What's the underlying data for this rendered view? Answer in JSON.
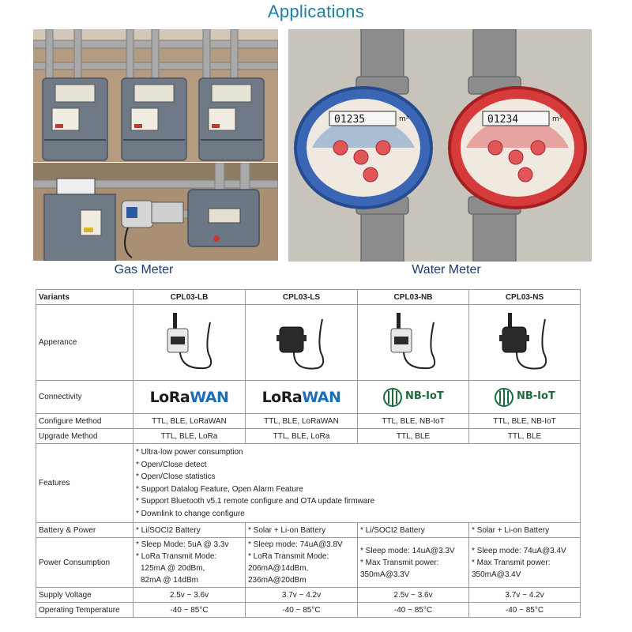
{
  "title": "Applications",
  "captions": {
    "gas": "Gas Meter",
    "water": "Water Meter"
  },
  "water_readings": {
    "blue": "01235",
    "red": "01234",
    "unit": "m³"
  },
  "table": {
    "headers": [
      "Variants",
      "CPL03-LB",
      "CPL03-LS",
      "CPL03-NB",
      "CPL03-NS"
    ],
    "appearance_label": "Apperance",
    "connectivity_label": "Connectivity",
    "connectivity": [
      "LoRaWAN",
      "LoRaWAN",
      "NB-IoT",
      "NB-IoT"
    ],
    "configure": {
      "label": "Configure Method",
      "values": [
        "TTL, BLE, LoRaWAN",
        "TTL, BLE, LoRaWAN",
        "TTL, BLE, NB-IoT",
        "TTL, BLE, NB-IoT"
      ]
    },
    "upgrade": {
      "label": "Upgrade Method",
      "values": [
        "TTL, BLE, LoRa",
        "TTL, BLE, LoRa",
        "TTL, BLE",
        "TTL, BLE"
      ]
    },
    "features": {
      "label": "Features",
      "items": [
        "* Ultra-low power consumption",
        "* Open/Close detect",
        "* Open/Close statistics",
        "* Support Datalog Feature, Open Alarm Feature",
        "* Support Bluetooth v5.1 remote configure and OTA update firmware",
        "* Downlink to change configure"
      ]
    },
    "battery": {
      "label": "Battery & Power",
      "values": [
        "* Li/SOCI2 Battery",
        "* Solar + Li-on Battery",
        "* Li/SOCI2 Battery",
        "* Solar + Li-on Battery"
      ]
    },
    "power": {
      "label": "Power Consumption",
      "values": [
        [
          "* Sleep Mode: 5uA @ 3.3v",
          "* LoRa Transmit Mode:",
          "125mA @ 20dBm,",
          "82mA @ 14dBm"
        ],
        [
          "* Sleep mode: 74uA@3.8V",
          "* LoRa Transmit Mode:",
          "206mA@14dBm,",
          "236mA@20dBm"
        ],
        [
          "* Sleep mode: 14uA@3.3V",
          "* Max Transmit power:",
          "350mA@3.3V"
        ],
        [
          "* Sleep mode: 74uA@3.4V",
          "* Max Transmit power:",
          "350mA@3.4V"
        ]
      ]
    },
    "voltage": {
      "label": "Supply Voltage",
      "values": [
        "2.5v ~ 3.6v",
        "3.7v ~ 4.2v",
        "2.5v ~ 3.6v",
        "3.7v ~ 4.2v"
      ]
    },
    "temperature": {
      "label": "Operating Temperature",
      "values": [
        "-40 ~ 85°C",
        "-40 ~ 85°C",
        "-40 ~ 85°C",
        "-40 ~ 85°C"
      ]
    }
  },
  "colors": {
    "title": "#1f7ea3",
    "label": "#2765a8",
    "header": "#1f4f8b",
    "lorawan_blue": "#1b6fb6",
    "nbiot_green": "#1c6b3a",
    "meter_blue": "#3a66b5",
    "meter_red": "#d63a3a"
  }
}
